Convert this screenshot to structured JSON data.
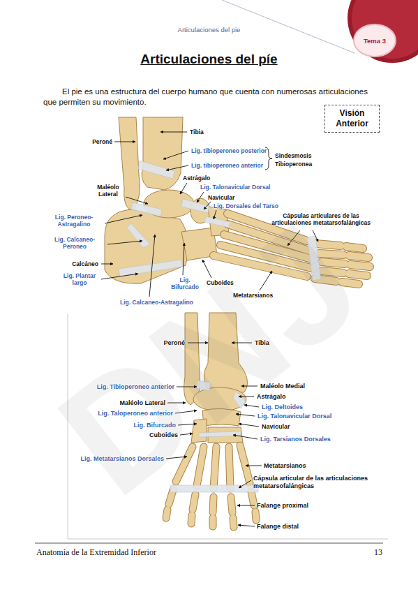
{
  "diagram": {
    "title": "Articulaciones del píe",
    "nodes": [
      {
        "text": [
          "Tema 3"
        ]
      },
      {
        "text": [
          "Visión Anterior"
        ]
      }
    ],
    "labels": [
      "Articulaciones del pie",
      "DNJ",
      "El pie es una estructura del cuerpo humano que cuenta con numerosas articulaciones que permiten su movimiento.",
      "Tibia",
      "Peroné",
      "Lig. tibioperoneo posterior",
      "Lig. tibioperoneo anterior",
      "Sindesmosis Tibioperonea",
      "Astrágalo",
      "Maléolo Lateral",
      "Lig. Talonavicular Dorsal",
      "Navicular",
      "Lig. Dorsales del Tarso",
      "Cápsulas articulares de las articulaciones metatarsofalángicas",
      "Lig. Peroneo-Astragalino",
      "Lig. Calcaneo-Peroneo",
      "Calcáneo",
      "Lig. Plantar largo",
      "Lig. Bifurcado",
      "Cuboides",
      "Metatarsianos",
      "Lig. Calcaneo-Astragalino",
      "Peroné",
      "Tibia",
      "Lig. Tibioperoneo anterior",
      "Maléolo Medial",
      "Astrágalo",
      "Maléolo Lateral",
      "Lig. Deltoides",
      "Lig. Taloperoneo anterior",
      "Lig. Talonavicular Dorsal",
      "Lig. Bifurcado",
      "Navicular",
      "Cuboides",
      "Lig. Tarsianos Dorsales",
      "Lig. Metatarsianos Dorsales",
      "Metatarsianos",
      "Cápsula articular de las articulaciones metatarsofalángicas",
      "Falange proximal",
      "Falange distal",
      "Anatomía de la Extremidad Inferior",
      "13"
    ]
  }
}
